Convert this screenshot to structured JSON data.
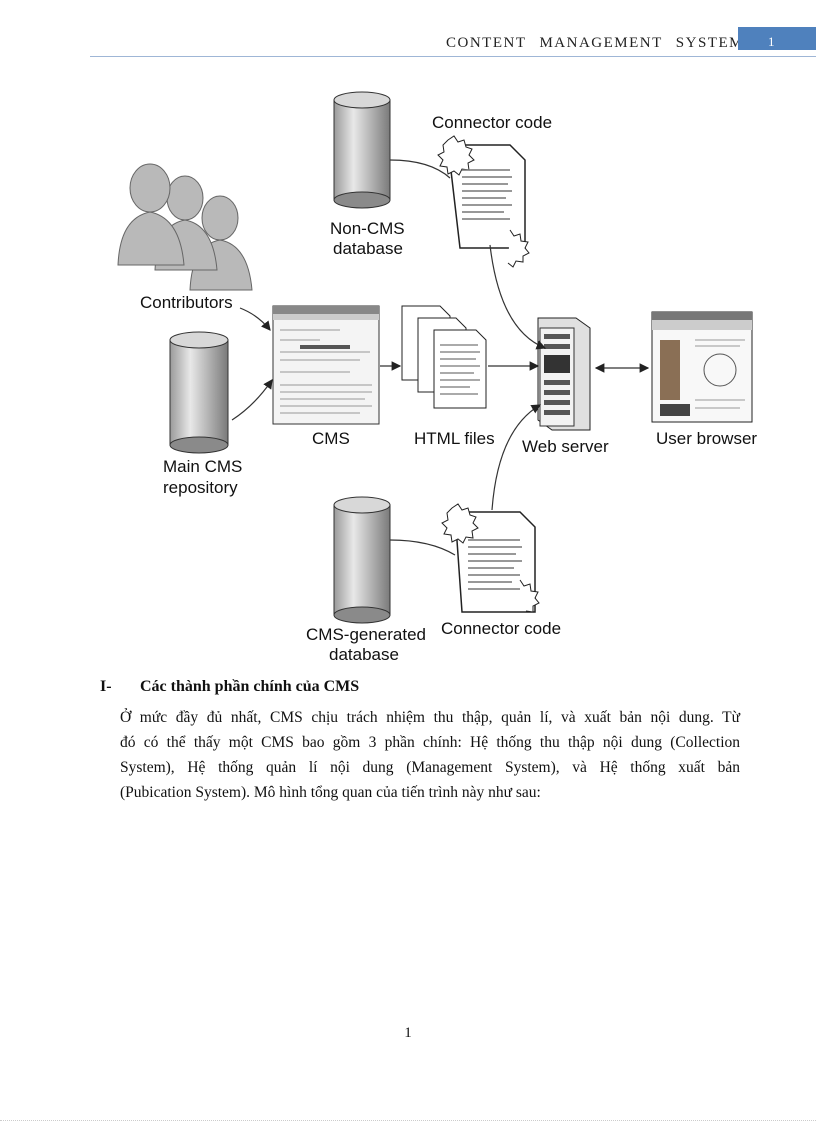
{
  "header": {
    "title": "CONTENT MANAGEMENT SYSTEM",
    "page_tab": "1"
  },
  "diagram": {
    "labels": {
      "connector_top": "Connector code",
      "non_cms_db_1": "Non-CMS",
      "non_cms_db_2": "database",
      "contributors": "Contributors",
      "main_repo_1": "Main CMS",
      "main_repo_2": "repository",
      "cms": "CMS",
      "html_files": "HTML files",
      "web_server": "Web server",
      "user_browser": "User browser",
      "cms_gen_db_1": "CMS-generated",
      "cms_gen_db_2": "database",
      "connector_bottom": "Connector code"
    },
    "colors": {
      "contributors_fill": "#b9b9b9",
      "cylinder_fill": "#c8c8c8",
      "line": "#333333"
    }
  },
  "section": {
    "number": "I-",
    "title": "Các thành phần chính của CMS",
    "lines": [
      "Ở mức đầy đủ nhất, CMS chịu trách nhiệm thu thập, quản lí, và xuất bản nội dung. Từ",
      "đó có thể thấy một CMS bao gồm 3 phần chính: Hệ thống thu thập nội dung (Collection",
      "System), Hệ thống quản lí nội dung (Management System), và Hệ thống xuất bản",
      "(Pubication System). Mô hình tổng quan của tiến trình này như sau:"
    ]
  },
  "footer": {
    "page_number": "1"
  }
}
